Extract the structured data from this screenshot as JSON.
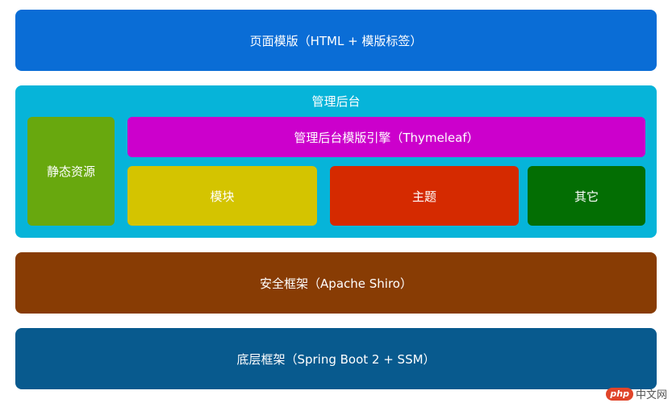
{
  "layers": {
    "template": {
      "label": "页面模版（HTML + 模版标签）",
      "color": "#0a6dd6"
    },
    "admin": {
      "label": "管理后台",
      "color": "#06b4d9",
      "static_resources": {
        "label": "静态资源",
        "color": "#68a80e"
      },
      "template_engine": {
        "label": "管理后台模版引擎（Thymeleaf）",
        "color": "#cc00cc"
      },
      "module": {
        "label": "模块",
        "color": "#d4c400"
      },
      "theme": {
        "label": "主题",
        "color": "#d52a00"
      },
      "other": {
        "label": "其它",
        "color": "#036e03"
      }
    },
    "security": {
      "label": "安全框架（Apache Shiro）",
      "color": "#883c04"
    },
    "base": {
      "label": "底层框架（Spring Boot 2 + SSM）",
      "color": "#085a8e"
    }
  },
  "watermark": {
    "logo": "php",
    "text": "中文网"
  }
}
